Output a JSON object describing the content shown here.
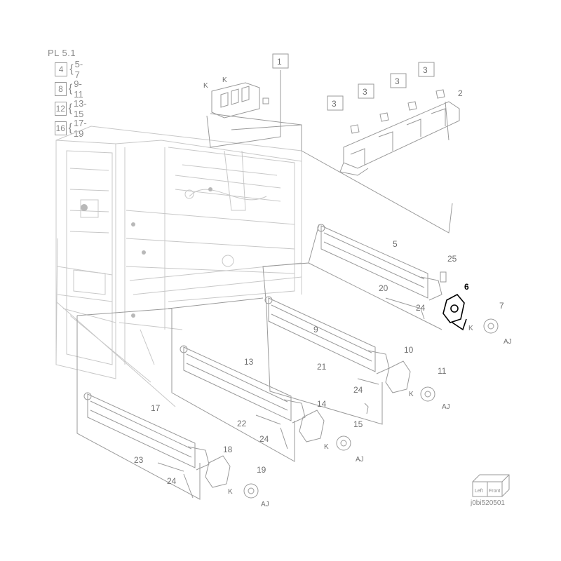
{
  "legend": {
    "title": "PL 5.1",
    "rows": [
      {
        "box": "4",
        "range": "5-7"
      },
      {
        "box": "8",
        "range": "9-11"
      },
      {
        "box": "12",
        "range": "13-15"
      },
      {
        "box": "16",
        "range": "17-19"
      }
    ]
  },
  "ref_boxes": [
    "1",
    "3",
    "3",
    "3",
    "3"
  ],
  "callouts": [
    "2",
    "5",
    "6",
    "7",
    "9",
    "10",
    "11",
    "13",
    "14",
    "15",
    "17",
    "18",
    "19",
    "20",
    "21",
    "22",
    "23",
    "24",
    "24",
    "24",
    "24",
    "25"
  ],
  "direction_marks": [
    "K",
    "K",
    "K",
    "K",
    "K",
    "K",
    "AJ",
    "AJ",
    "AJ",
    "AJ"
  ],
  "orientation_cube": {
    "left": "Left",
    "front": "Front"
  },
  "figure_id": "j0bi520501",
  "colors": {
    "line": "#9a9a9a",
    "light": "#c8c8c8",
    "text": "#707070",
    "highlight": "#000000"
  }
}
